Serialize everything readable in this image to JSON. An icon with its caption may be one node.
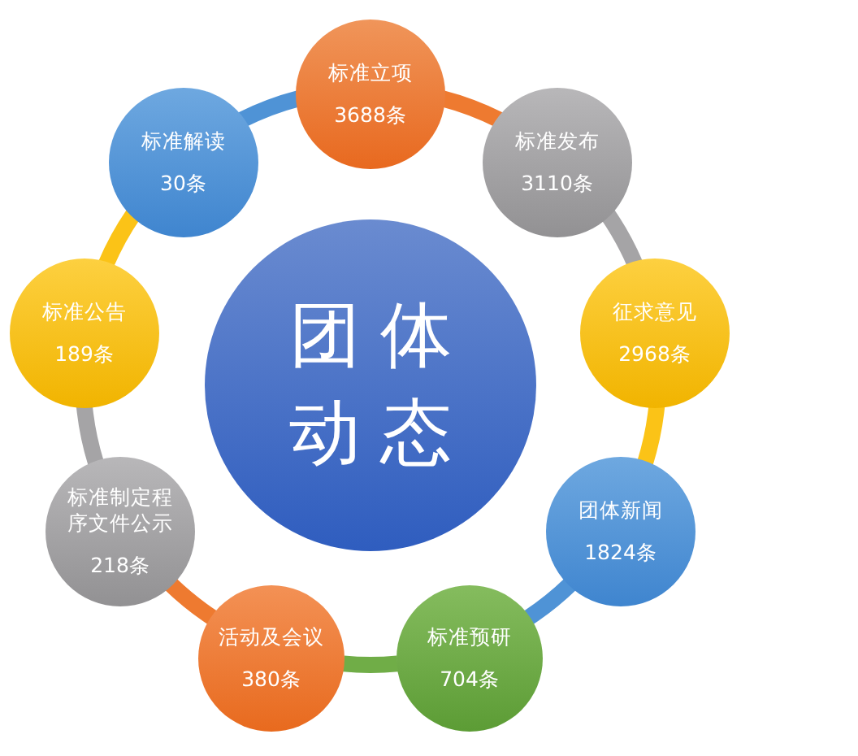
{
  "diagram": {
    "nodes": [
      {
        "text": [
          "团体动态"
        ]
      },
      {
        "text": [
          "标准立项",
          "3688条"
        ]
      },
      {
        "text": [
          "标准发布",
          "3110条"
        ]
      },
      {
        "text": [
          "征求意见",
          "2968条"
        ]
      },
      {
        "text": [
          "团体新闻",
          "1824条"
        ]
      },
      {
        "text": [
          "标准预研",
          "704条"
        ]
      },
      {
        "text": [
          "活动及会议",
          "380条"
        ]
      },
      {
        "text": [
          "标准制定程序文件公示",
          "218条"
        ]
      },
      {
        "text": [
          "标准公告",
          "189条"
        ]
      },
      {
        "text": [
          "标准解读",
          "30条"
        ]
      }
    ],
    "edges": [
      {
        "from": 1,
        "to": 2,
        "arrow": "none",
        "color": "#ee7a30"
      },
      {
        "from": 2,
        "to": 3,
        "arrow": "none",
        "color": "#a5a4a6"
      },
      {
        "from": 3,
        "to": 4,
        "arrow": "none",
        "color": "#fbc317"
      },
      {
        "from": 4,
        "to": 5,
        "arrow": "none",
        "color": "#4f93d6"
      },
      {
        "from": 5,
        "to": 6,
        "arrow": "none",
        "color": "#70ad47"
      },
      {
        "from": 6,
        "to": 7,
        "arrow": "none",
        "color": "#ee7a30"
      },
      {
        "from": 7,
        "to": 8,
        "arrow": "none",
        "color": "#a5a4a6"
      },
      {
        "from": 8,
        "to": 9,
        "arrow": "none",
        "color": "#fbc317"
      },
      {
        "from": 9,
        "to": 1,
        "arrow": "none",
        "color": "#4f93d6"
      }
    ]
  }
}
